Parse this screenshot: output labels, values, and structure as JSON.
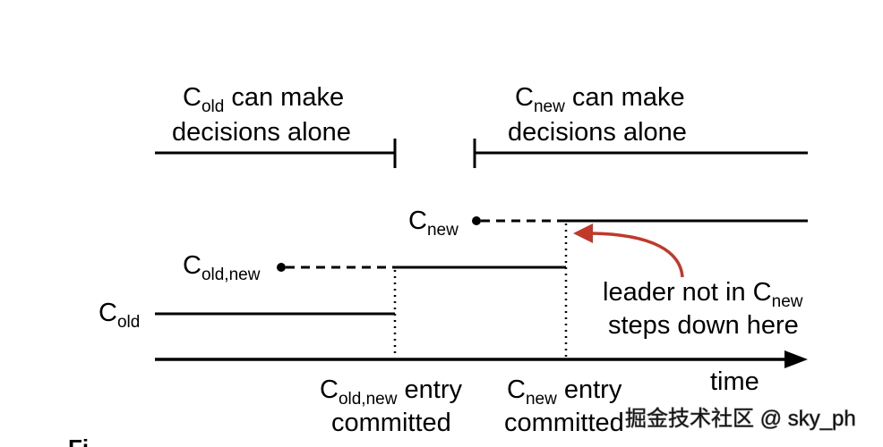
{
  "labels": {
    "old_alone_line1_base": "C",
    "old_alone_line1_sub": "old",
    "old_alone_line1_rest": " can make",
    "old_alone_line2": "decisions alone",
    "new_alone_line1_base": "C",
    "new_alone_line1_sub": "new",
    "new_alone_line1_rest": " can make",
    "new_alone_line2": "decisions alone",
    "cnew_base": "C",
    "cnew_sub": "new",
    "coldnew_base": "C",
    "coldnew_sub": "old,new",
    "cold_base": "C",
    "cold_sub": "old",
    "leader_line1_text": "leader not in C",
    "leader_line1_sub": "new",
    "leader_line2": "steps down here",
    "time": "time",
    "coldnew_commit_base": "C",
    "coldnew_commit_sub": "old,new",
    "coldnew_commit_rest": " entry",
    "coldnew_commit_line2": "committed",
    "cnew_commit_base": "C",
    "cnew_commit_sub": "new",
    "cnew_commit_rest": " entry",
    "cnew_commit_line2": "committed",
    "caption_fragment": "Fi"
  },
  "watermark": "掘金技术社区 @ sky_ph",
  "colors": {
    "line": "#000000",
    "arrow": "#c0392b",
    "background": "#ffffff",
    "watermark": "#ffffff"
  }
}
